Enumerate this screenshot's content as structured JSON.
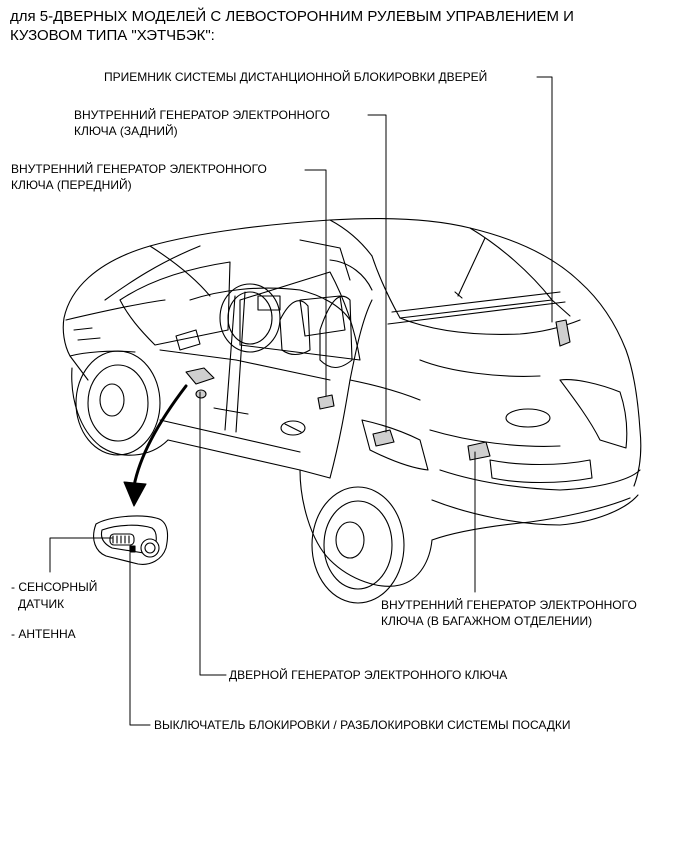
{
  "title": {
    "line1": "для 5-ДВЕРНЫХ МОДЕЛЕЙ С ЛЕВОСТОРОННИМ РУЛЕВЫМ УПРАВЛЕНИЕМ И",
    "line2": "КУЗОВОМ ТИПА \"ХЭТЧБЭК\":"
  },
  "labels": {
    "receiver": "ПРИЕМНИК СИСТЕМЫ ДИСТАНЦИОННОЙ БЛОКИРОВКИ ДВЕРЕЙ",
    "rear_osc_1": "ВНУТРЕННИЙ ГЕНЕРАТОР ЭЛЕКТРОННОГО",
    "rear_osc_2": "КЛЮЧА (ЗАДНИЙ)",
    "front_osc_1": "ВНУТРЕННИЙ ГЕНЕРАТОР ЭЛЕКТРОННОГО",
    "front_osc_2": "КЛЮЧА (ПЕРЕДНИЙ)",
    "luggage_osc_1": "ВНУТРЕННИЙ ГЕНЕРАТОР ЭЛЕКТРОННОГО",
    "luggage_osc_2": "КЛЮЧА (В БАГАЖНОМ ОТДЕЛЕНИИ)",
    "touch_sensor_1": "- СЕНСОРНЫЙ",
    "touch_sensor_2": "ДАТЧИК",
    "antenna": "- АНТЕННА",
    "door_osc": "ДВЕРНОЙ ГЕНЕРАТОР ЭЛЕКТРОННОГО КЛЮЧА",
    "lock_switch": "ВЫКЛЮЧАТЕЛЬ БЛОКИРОВКИ / РАЗБЛОКИРОВКИ СИСТЕМЫ ПОСАДКИ"
  },
  "colors": {
    "line": "#000000",
    "background": "#ffffff",
    "part_fill": "#cfcfcf"
  }
}
